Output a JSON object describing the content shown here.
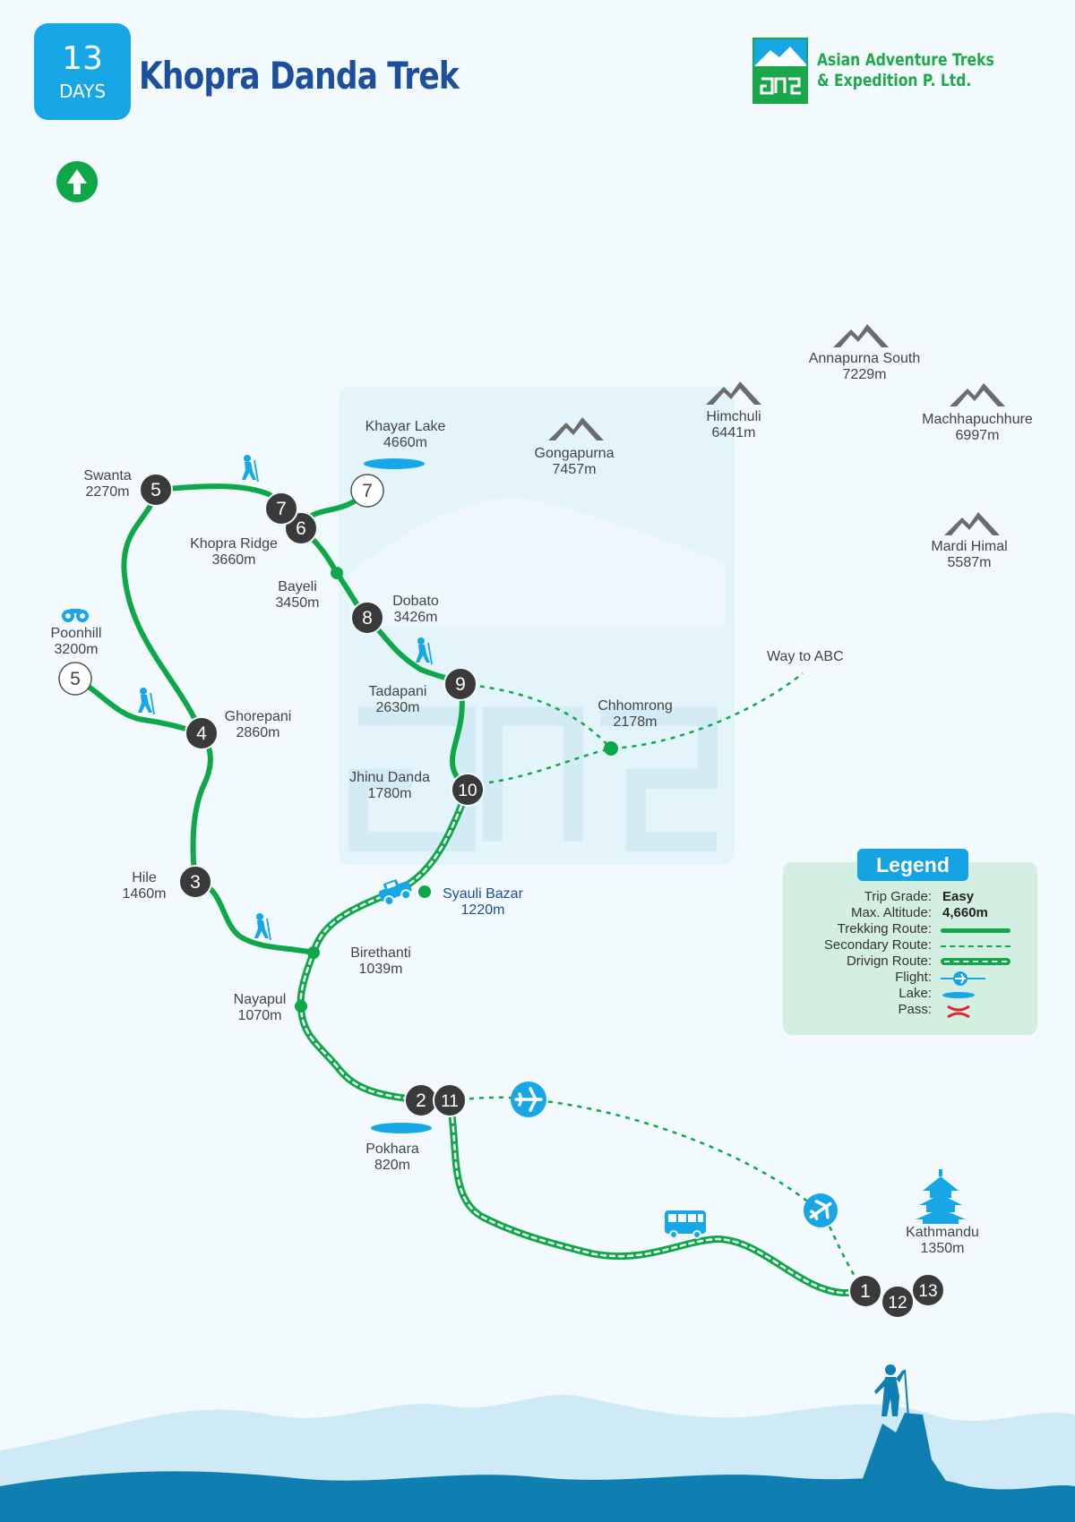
{
  "header": {
    "days_number": "13",
    "days_label": "DAYS",
    "title": "Khopra Danda Trek",
    "company_line1": "Asian Adventure Treks",
    "company_line2": "& Expedition P. Ltd."
  },
  "colors": {
    "trek_green": "#0ea849",
    "accent_blue": "#17a6e6",
    "marker_dark": "#3a3a3a",
    "title_blue": "#1d4f9a",
    "legend_bg": "#d2efe2",
    "pass_red": "#e3262b"
  },
  "icons": [
    "north-arrow-icon",
    "mountain-icon",
    "hiker-icon",
    "binoculars-icon",
    "lake-icon",
    "jeep-icon",
    "bus-icon",
    "airplane-icon",
    "pagoda-icon",
    "climber-silhouette-icon",
    "company-logo-icon"
  ],
  "peaks": [
    {
      "name": "Annapurna South",
      "alt": "7229m"
    },
    {
      "name": "Himchuli",
      "alt": "6441m"
    },
    {
      "name": "Machhapuchhure",
      "alt": "6997m"
    },
    {
      "name": "Gongapurna",
      "alt": "7457m"
    },
    {
      "name": "Mardi Himal",
      "alt": "5587m"
    }
  ],
  "places": [
    {
      "name": "Khayar Lake",
      "alt": "4660m"
    },
    {
      "name": "Swanta",
      "alt": "2270m"
    },
    {
      "name": "Khopra Ridge",
      "alt": "3660m"
    },
    {
      "name": "Bayeli",
      "alt": "3450m"
    },
    {
      "name": "Dobato",
      "alt": "3426m"
    },
    {
      "name": "Poonhill",
      "alt": "3200m"
    },
    {
      "name": "Tadapani",
      "alt": "2630m"
    },
    {
      "name": "Ghorepani",
      "alt": "2860m"
    },
    {
      "name": "Chhomrong",
      "alt": "2178m"
    },
    {
      "name": "Jhinu Danda",
      "alt": "1780m"
    },
    {
      "name": "Hile",
      "alt": "1460m"
    },
    {
      "name": "Syauli Bazar",
      "alt": "1220m"
    },
    {
      "name": "Birethanti",
      "alt": "1039m"
    },
    {
      "name": "Nayapul",
      "alt": "1070m"
    },
    {
      "name": "Pokhara",
      "alt": "820m"
    },
    {
      "name": "Kathmandu",
      "alt": "1350m"
    }
  ],
  "way_to_abc": "Way to ABC",
  "day_markers": [
    "1",
    "2",
    "3",
    "4",
    "5",
    "5",
    "6",
    "7",
    "7",
    "8",
    "9",
    "10",
    "11",
    "12",
    "13"
  ],
  "legend": {
    "title": "Legend",
    "trip_grade_label": "Trip Grade:",
    "trip_grade_value": "Easy",
    "max_altitude_label": "Max. Altitude:",
    "max_altitude_value": "4,660m",
    "trekking_route_label": "Trekking Route:",
    "secondary_route_label": "Secondary Route:",
    "driving_route_label": "Drivign Route:",
    "flight_label": "Flight:",
    "lake_label": "Lake:",
    "pass_label": "Pass:"
  }
}
